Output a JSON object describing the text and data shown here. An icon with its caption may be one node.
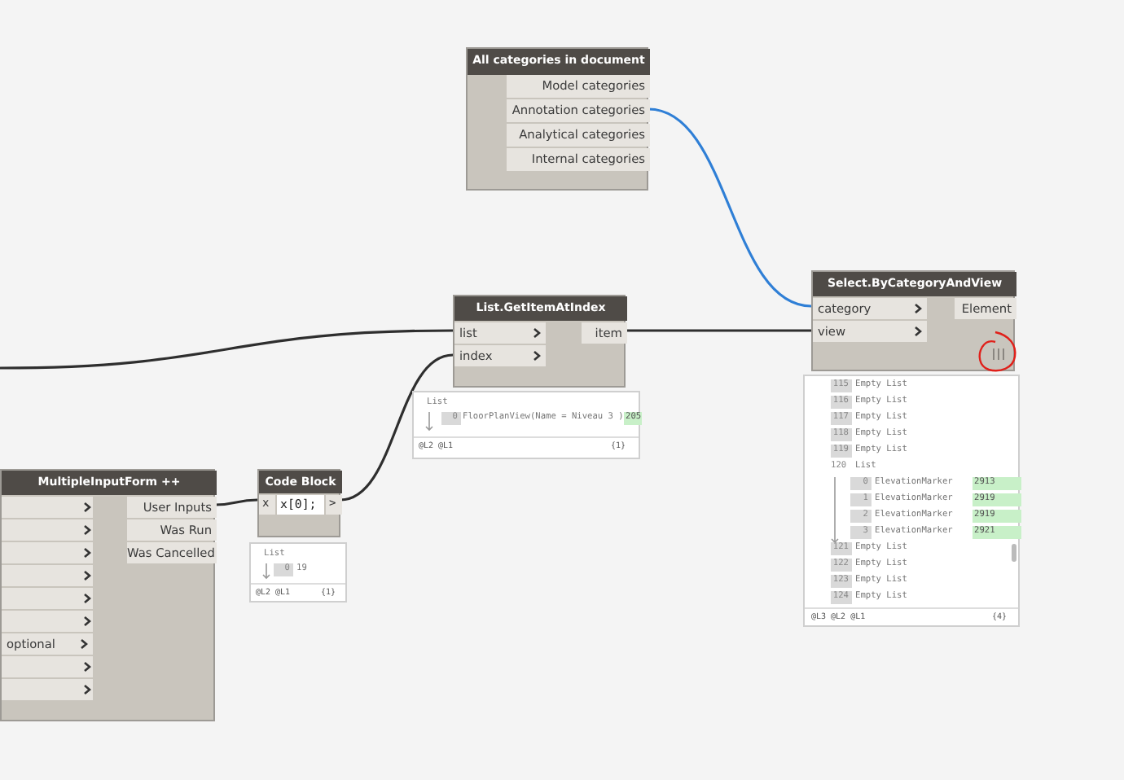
{
  "diagram": {
    "nodes": [
      {
        "text": [
          "All categories in document",
          "Model categories",
          "Annotation categories",
          "Analytical categories",
          "Internal categories"
        ]
      },
      {
        "text": [
          "List.GetItemAtIndex",
          "list",
          "index",
          "item"
        ]
      },
      {
        "text": [
          "Select.ByCategoryAndView",
          "category",
          "view",
          "Element"
        ]
      },
      {
        "text": [
          "MultipleInputForm ++",
          "optional",
          "User Inputs",
          "Was Run",
          "Was Cancelled"
        ]
      },
      {
        "text": [
          "Code Block",
          "x",
          "x[0];",
          ">"
        ]
      },
      {
        "text": [
          "List",
          "0",
          "FloorPlanView(Name = Niveau 3 )",
          "205",
          "@L2 @L1",
          "{1}"
        ]
      },
      {
        "text": [
          "List",
          "0",
          "19",
          "@L2 @L1",
          "{1}"
        ]
      },
      {
        "text": [
          "115",
          "Empty List",
          "116",
          "Empty List",
          "117",
          "Empty List",
          "118",
          "Empty List",
          "119",
          "Empty List",
          "120",
          "List",
          "0",
          "ElevationMarker",
          "2913",
          "1",
          "ElevationMarker",
          "2919",
          "2",
          "ElevationMarker",
          "2919",
          "3",
          "ElevationMarker",
          "2921",
          "121",
          "Empty List",
          "122",
          "Empty List",
          "123",
          "Empty List",
          "124",
          "Empty List",
          "@L3 @L2 @L1",
          "{4}"
        ]
      }
    ],
    "edges": [
      {
        "from": 0,
        "to": 2,
        "arrow": "none",
        "color": "#2f7fd6"
      },
      {
        "from": 1,
        "to": 2,
        "arrow": "none"
      },
      {
        "from": 4,
        "to": 1,
        "arrow": "none"
      },
      {
        "from": 3,
        "to": 4,
        "arrow": "none"
      },
      {
        "from": null,
        "to": 1,
        "arrow": "none"
      }
    ]
  }
}
